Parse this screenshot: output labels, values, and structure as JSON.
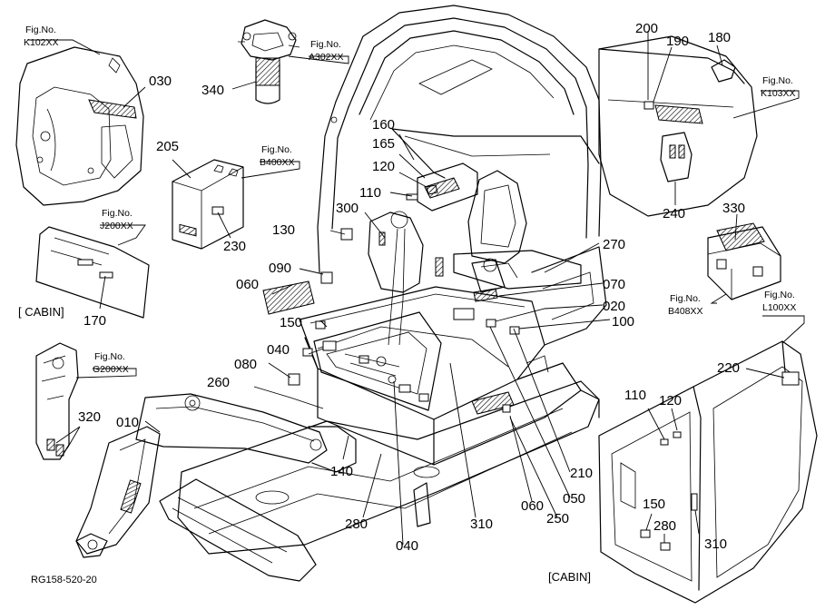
{
  "diagram": {
    "ref_code": "RG158-520-20",
    "cabin_labels": [
      "[ CABIN]",
      "[CABIN]"
    ],
    "fig_refs": [
      {
        "id": "k102",
        "prefix": "Fig.No.",
        "code": "K102XX"
      },
      {
        "id": "a302",
        "prefix": "Fig.No.",
        "code": "A302XX"
      },
      {
        "id": "b400",
        "prefix": "Fig.No.",
        "code": "B400XX"
      },
      {
        "id": "j200",
        "prefix": "Fig.No.",
        "code": "J200XX"
      },
      {
        "id": "g200",
        "prefix": "Fig.No.",
        "code": "G200XX"
      },
      {
        "id": "k103",
        "prefix": "Fig.No.",
        "code": "K103XX"
      },
      {
        "id": "b408",
        "prefix": "Fig.No.",
        "code": "B408XX"
      },
      {
        "id": "l100",
        "prefix": "Fig.No.",
        "code": "L100XX"
      }
    ],
    "callouts": [
      "030",
      "340",
      "205",
      "230",
      "170",
      "320",
      "010",
      "160",
      "165",
      "120",
      "110",
      "300",
      "130",
      "090",
      "060",
      "150",
      "040",
      "080",
      "260",
      "140",
      "280",
      "310",
      "040",
      "060",
      "250",
      "050",
      "210",
      "270",
      "070",
      "020",
      "100",
      "200",
      "190",
      "180",
      "240",
      "330",
      "220",
      "110",
      "120",
      "150",
      "280",
      "310"
    ]
  }
}
